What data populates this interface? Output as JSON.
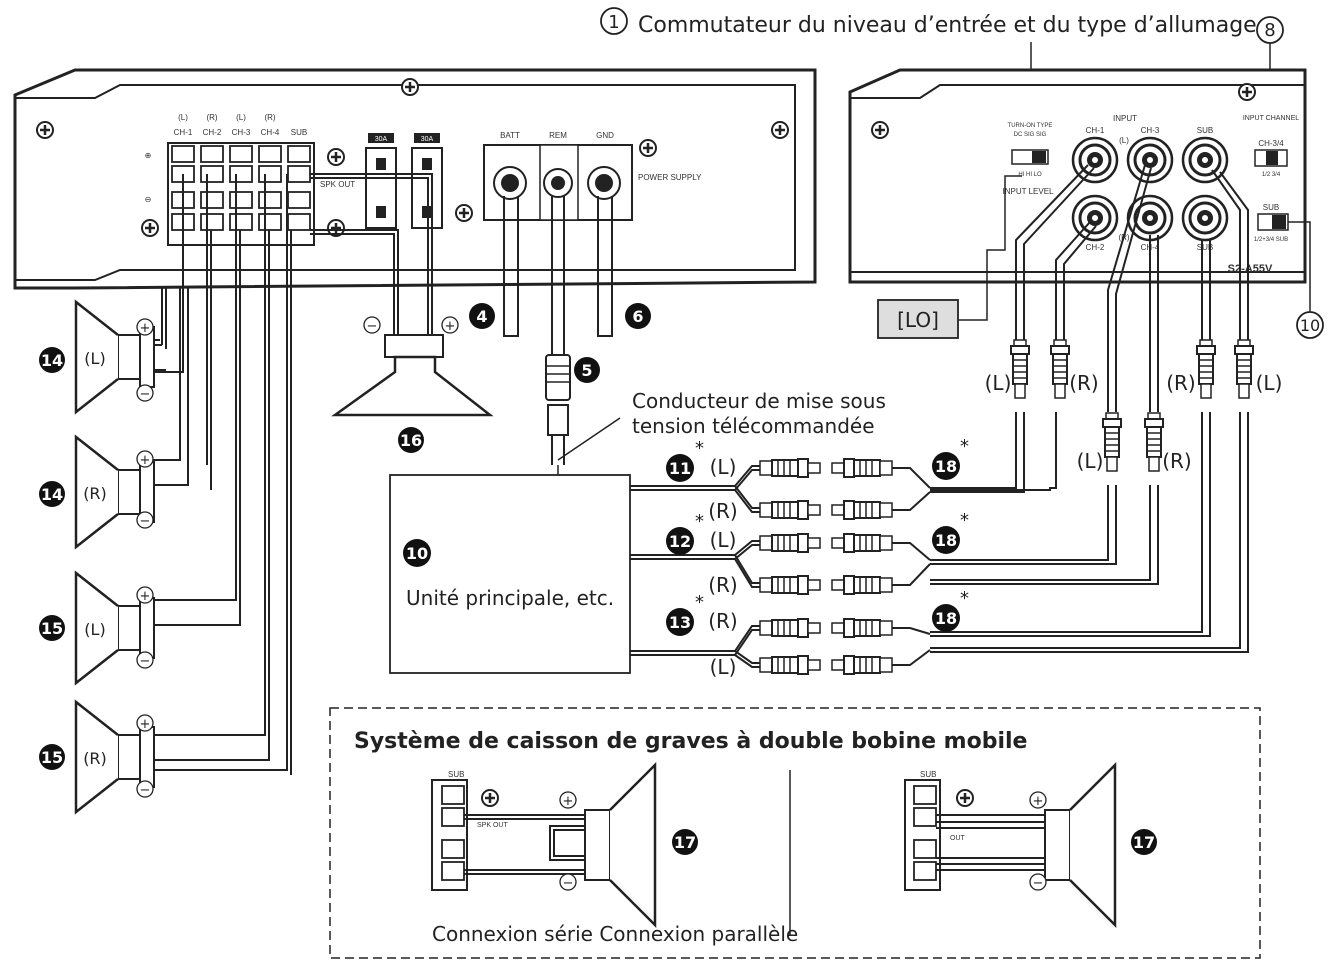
{
  "header": {
    "callout_number": "1",
    "callout_text": "Commutateur du niveau d’entrée et du type d’allumage",
    "item8": "8",
    "item10_right": "10"
  },
  "amp_left": {
    "ch_labels": [
      "CH-1",
      "CH-2",
      "CH-3",
      "CH-4",
      "SUB"
    ],
    "ch_lr": [
      "(L)",
      "(R)",
      "(L)",
      "(R)"
    ],
    "plus_sign": "⊕",
    "minus_sign": "⊖",
    "spk_out": "SPK OUT",
    "fuse1": "30A",
    "fuse2": "30A",
    "batt": "BATT",
    "rem": "REM",
    "gnd": "GND",
    "power_supply": "POWER SUPPLY"
  },
  "amp_right": {
    "input": "INPUT",
    "ch1": "CH-1",
    "ch3": "CH-3",
    "sub": "SUB",
    "ch2": "CH-2",
    "ch4": "CH-4",
    "sub2": "SUB",
    "l_mark": "(L)",
    "r_mark": "(R)",
    "turn_on_type": "TURN-ON TYPE",
    "turn_on_opts": "DC  SIG  SIG",
    "input_level": "INPUT LEVEL",
    "level_opts": "HI  HI  LO",
    "input_channel": "INPUT CHANNEL",
    "ch34": "CH-3/4",
    "ch34_opts": "1/2   3/4",
    "sub_sw": "SUB",
    "sub_opts": "1/2+3/4   SUB",
    "model": "S2-A55V",
    "lo_box": "[LO]"
  },
  "numbers": {
    "n4": "4",
    "n5": "5",
    "n6": "6",
    "n10": "10",
    "n11": "11",
    "n12": "12",
    "n13": "13",
    "n14a": "14",
    "n14b": "14",
    "n15a": "15",
    "n15b": "15",
    "n16": "16",
    "n17a": "17",
    "n17b": "17",
    "n18a": "18",
    "n18b": "18",
    "n18c": "18",
    "asterisk": "*"
  },
  "speakers": {
    "s14a": "(L)",
    "s14b": "(R)",
    "s15a": "(L)",
    "s15b": "(R)",
    "plus": "+",
    "minus": "−"
  },
  "rca_labels": {
    "r1": "(L)",
    "r2": "(R)",
    "r3": "(R)",
    "r4": "(L)",
    "r5": "(L)",
    "r6": "(R)",
    "r11l": "(L)",
    "r11r": "(R)",
    "r12l": "(L)",
    "r12r": "(R)",
    "r13r": "(R)",
    "r13l": "(L)"
  },
  "texts": {
    "remote_lead": "Conducteur de mise sous\ntension télécommandée",
    "remote_lead_1": "Conducteur de mise sous",
    "remote_lead_2": "tension télécommandée",
    "head_unit": "Unité principale, etc.",
    "dual_title": "Système de caisson de graves à double bobine mobile",
    "conn": "Connexion série Connexion parallèle",
    "sub_label": "SUB",
    "spk_out_small": "SPK OUT",
    "out_small": "OUT"
  },
  "colors": {
    "line": "#222222",
    "amp_fill": "#ffffff",
    "badge": "#111111",
    "lo_box": "#dedede"
  }
}
